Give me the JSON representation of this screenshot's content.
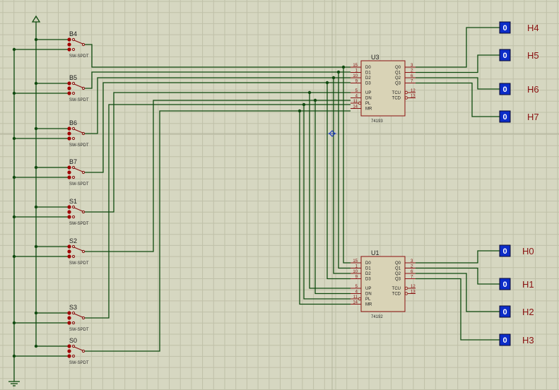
{
  "switches": [
    {
      "label": "B4",
      "type": "SW-SPDT"
    },
    {
      "label": "B5",
      "type": "SW-SPDT"
    },
    {
      "label": "B6",
      "type": "SW-SPDT"
    },
    {
      "label": "B7",
      "type": "SW-SPDT"
    },
    {
      "label": "S1",
      "type": "SW-SPDT"
    },
    {
      "label": "S2",
      "type": "SW-SPDT"
    },
    {
      "label": "S3",
      "type": "SW-SPDT"
    },
    {
      "label": "S0",
      "type": "SW-SPDT"
    }
  ],
  "chips": [
    {
      "name": "U3",
      "type": "74193",
      "left_pins": [
        {
          "num": "15",
          "name": "D0"
        },
        {
          "num": "1",
          "name": "D1"
        },
        {
          "num": "10",
          "name": "D2"
        },
        {
          "num": "9",
          "name": "D3"
        },
        {
          "num": "5",
          "name": "UP"
        },
        {
          "num": "4",
          "name": "DN"
        },
        {
          "num": "11",
          "name": "PL"
        },
        {
          "num": "14",
          "name": "MR"
        }
      ],
      "right_pins": [
        {
          "num": "3",
          "name": "Q0"
        },
        {
          "num": "2",
          "name": "Q1"
        },
        {
          "num": "6",
          "name": "Q2"
        },
        {
          "num": "7",
          "name": "Q3"
        },
        {
          "num": "12",
          "name": "TCU"
        },
        {
          "num": "13",
          "name": "TCD"
        }
      ]
    },
    {
      "name": "U1",
      "type": "74192",
      "left_pins": [
        {
          "num": "15",
          "name": "D0"
        },
        {
          "num": "1",
          "name": "D1"
        },
        {
          "num": "10",
          "name": "D2"
        },
        {
          "num": "9",
          "name": "D3"
        },
        {
          "num": "5",
          "name": "UP"
        },
        {
          "num": "4",
          "name": "DN"
        },
        {
          "num": "11",
          "name": "PL"
        },
        {
          "num": "14",
          "name": "MR"
        }
      ],
      "right_pins": [
        {
          "num": "3",
          "name": "Q0"
        },
        {
          "num": "2",
          "name": "Q1"
        },
        {
          "num": "6",
          "name": "Q2"
        },
        {
          "num": "7",
          "name": "Q3"
        },
        {
          "num": "12",
          "name": "TCU"
        },
        {
          "num": "13",
          "name": "TCD"
        }
      ]
    }
  ],
  "probes": [
    {
      "value": "0",
      "label": "H4"
    },
    {
      "value": "0",
      "label": "H5"
    },
    {
      "value": "0",
      "label": "H6"
    },
    {
      "value": "0",
      "label": "H7"
    },
    {
      "value": "0",
      "label": "H0"
    },
    {
      "value": "0",
      "label": "H1"
    },
    {
      "value": "0",
      "label": "H2"
    },
    {
      "value": "0",
      "label": "H3"
    }
  ],
  "colors": {
    "background": "#d6d7c1",
    "wire": "#0f4a0f",
    "component": "#8a1010",
    "probe": "#0c2cc8"
  }
}
